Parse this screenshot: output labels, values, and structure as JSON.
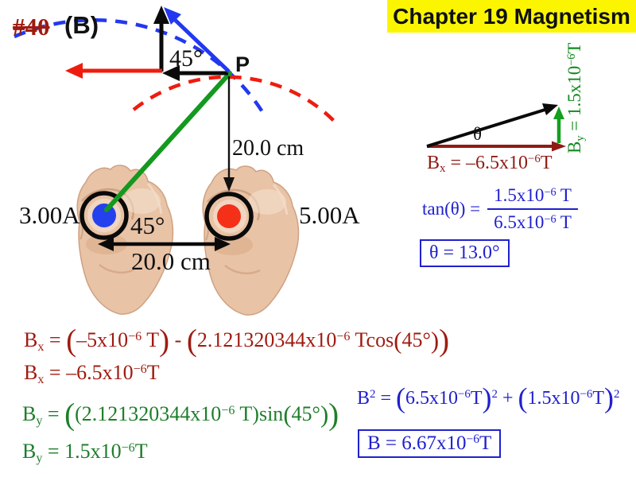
{
  "header": {
    "number": "#40",
    "variant": "(B)",
    "banner": "Chapter 19 Magnetism"
  },
  "diagram": {
    "p_label": "P",
    "angle_top": "45°",
    "vertical_distance": "20.0 cm",
    "angle_bottom": "45°",
    "horizontal_distance": "20.0 cm",
    "left_current": "3.00A",
    "right_current": "5.00A"
  },
  "triangle": {
    "theta": "θ",
    "bx_label": [
      {
        "t": "B"
      },
      {
        "sub": "x"
      },
      {
        "t": " = –6.5x10"
      },
      {
        "sup": "−6"
      },
      {
        "t": "T"
      }
    ],
    "by_label": [
      {
        "t": "B"
      },
      {
        "sub": "y"
      },
      {
        "t": " = 1.5x10"
      },
      {
        "sup": "−6"
      },
      {
        "t": "T"
      }
    ]
  },
  "equations": {
    "tan_lhs": [
      {
        "t": "tan(θ) ="
      }
    ],
    "tan_num": [
      {
        "t": "1.5x10"
      },
      {
        "sup": "−6"
      },
      {
        "t": " T"
      }
    ],
    "tan_den": [
      {
        "t": "6.5x10"
      },
      {
        "sup": "−6"
      },
      {
        "t": " T"
      }
    ],
    "theta_result": [
      {
        "t": "θ = 13.0°"
      }
    ],
    "bx_full": [
      {
        "t": "B"
      },
      {
        "sub": "x"
      },
      {
        "t": " = "
      },
      {
        "big": "("
      },
      {
        "t": "–5x10"
      },
      {
        "sup": "−6"
      },
      {
        "t": " T"
      },
      {
        "big": ")"
      },
      {
        "t": " - "
      },
      {
        "big": "("
      },
      {
        "t": "2.121320344x10"
      },
      {
        "sup": "−6"
      },
      {
        "t": " Tcos"
      },
      {
        "mid": "("
      },
      {
        "t": "45°"
      },
      {
        "mid": ")"
      },
      {
        "big": ")"
      }
    ],
    "bx_result": [
      {
        "t": "B"
      },
      {
        "sub": "x"
      },
      {
        "t": " = –6.5x10"
      },
      {
        "sup": "−6"
      },
      {
        "t": "T"
      }
    ],
    "by_full": [
      {
        "t": "B"
      },
      {
        "sub": "y"
      },
      {
        "t": " = "
      },
      {
        "big": "("
      },
      {
        "t": "(2.121320344x10"
      },
      {
        "sup": "−6"
      },
      {
        "t": " T)sin"
      },
      {
        "mid": "("
      },
      {
        "t": "45°"
      },
      {
        "mid": ")"
      },
      {
        "big": ")"
      }
    ],
    "by_result": [
      {
        "t": "B"
      },
      {
        "sub": "y"
      },
      {
        "t": " = 1.5x10"
      },
      {
        "sup": "−6"
      },
      {
        "t": "T"
      }
    ],
    "b_squared": [
      {
        "t": "B"
      },
      {
        "sup": "2"
      },
      {
        "t": " = "
      },
      {
        "big": "("
      },
      {
        "t": "6.5x10"
      },
      {
        "sup": "−6"
      },
      {
        "t": "T"
      },
      {
        "big": ")"
      },
      {
        "sup": "2"
      },
      {
        "t": " + "
      },
      {
        "big": "("
      },
      {
        "t": "1.5x10"
      },
      {
        "sup": "−6"
      },
      {
        "t": "T"
      },
      {
        "big": ")"
      },
      {
        "sup": "2"
      }
    ],
    "b_result": [
      {
        "t": "B = 6.67x10"
      },
      {
        "sup": "−6"
      },
      {
        "t": "T"
      }
    ]
  },
  "colors": {
    "slide_number_red": "#9e1b10",
    "component_dark_red": "#8e1c15",
    "field_red": "#ee1c0f",
    "field_blue": "#2238f0",
    "equation_blue": "#2020cf",
    "equation_green": "#1e7e2a",
    "diagram_green": "#14991f",
    "banner_yellow": "#fbf600",
    "wire_blue_dot": "#2541ee",
    "wire_red_dot": "#f53019"
  }
}
